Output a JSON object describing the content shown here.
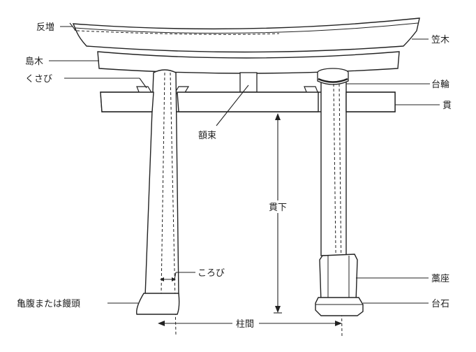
{
  "labels": {
    "sorimashi": "反増",
    "kasagi": "笠木",
    "shimaki": "島木",
    "kusabi": "くさび",
    "daiwa": "台輪",
    "nuki": "貫",
    "gakuzuka": "額束",
    "nukishita": "貫下",
    "korobi": "ころび",
    "kamebara": "亀腹または饅頭",
    "wara_za": "藁座",
    "daiishi": "台石",
    "hashirama": "柱間"
  }
}
